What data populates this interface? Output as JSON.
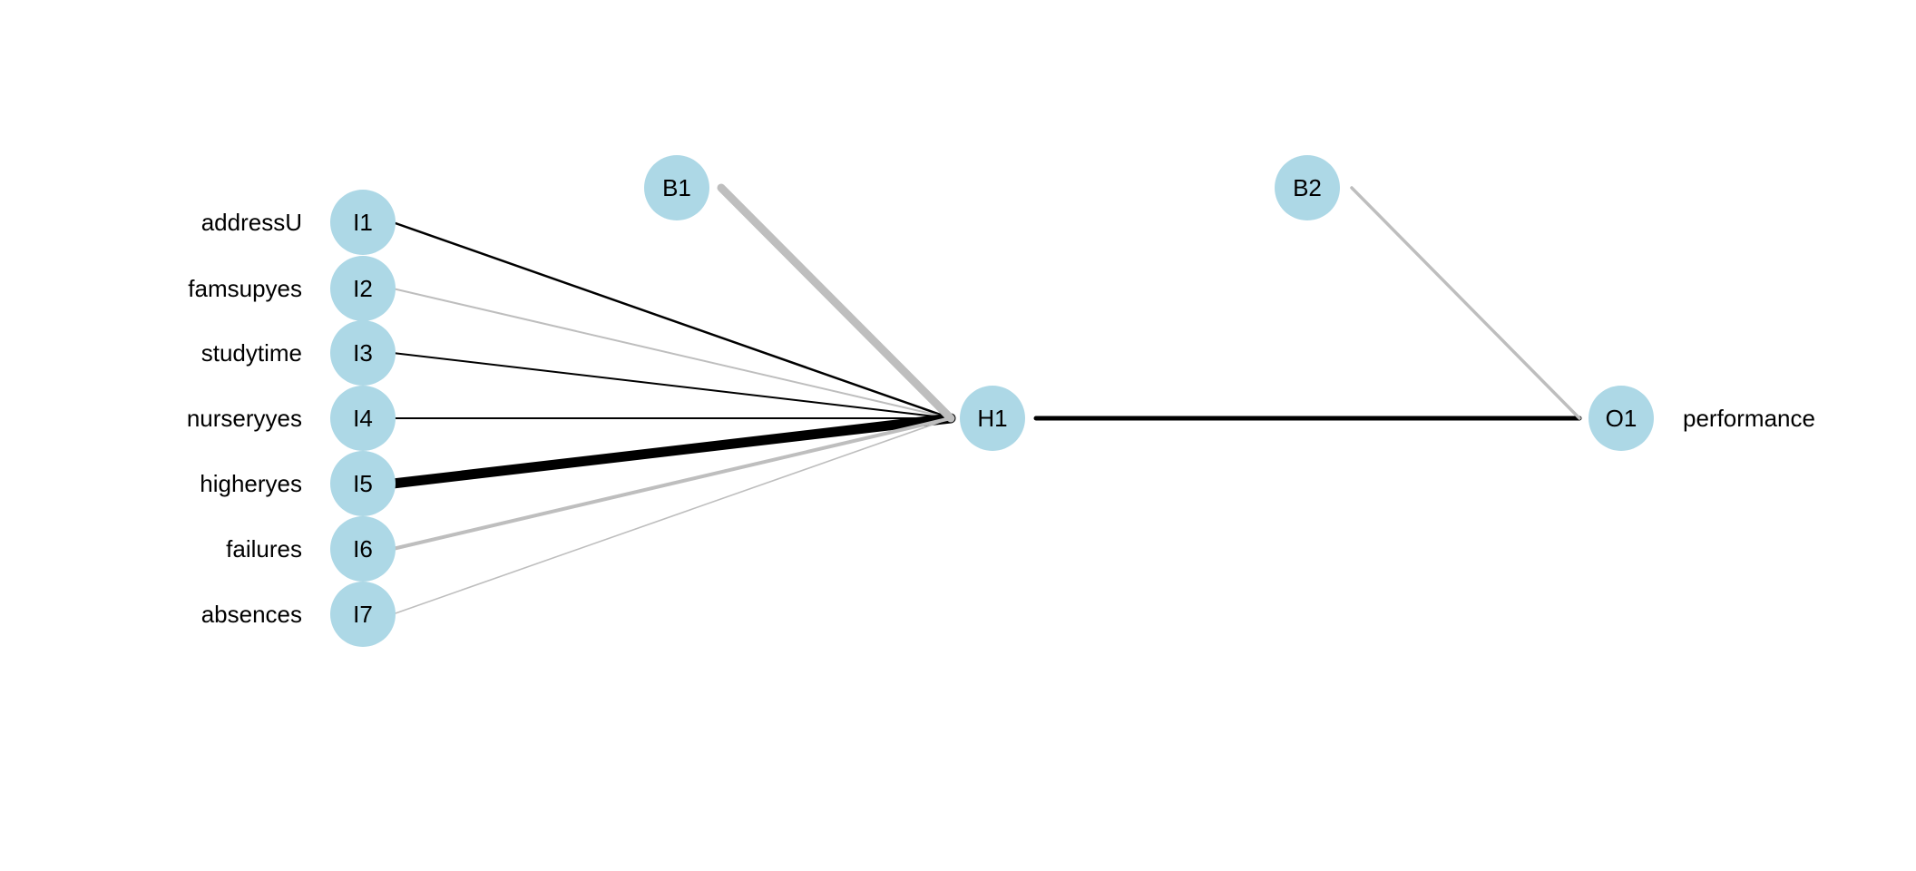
{
  "colors": {
    "node_fill": "#add8e6",
    "positive_edge": "#000000",
    "negative_edge": "#bebebe"
  },
  "inputs": [
    {
      "id": "I1",
      "label": "addressU"
    },
    {
      "id": "I2",
      "label": "famsupyes"
    },
    {
      "id": "I3",
      "label": "studytime"
    },
    {
      "id": "I4",
      "label": "nurseryyes"
    },
    {
      "id": "I5",
      "label": "higheryes"
    },
    {
      "id": "I6",
      "label": "failures"
    },
    {
      "id": "I7",
      "label": "absences"
    }
  ],
  "hidden": [
    {
      "id": "H1"
    }
  ],
  "bias": [
    {
      "id": "B1"
    },
    {
      "id": "B2"
    }
  ],
  "outputs": [
    {
      "id": "O1",
      "label": "performance"
    }
  ],
  "edges": [
    {
      "from": "I1",
      "to": "H1",
      "sign": "positive",
      "weight": 2.5
    },
    {
      "from": "I2",
      "to": "H1",
      "sign": "negative",
      "weight": 2
    },
    {
      "from": "I3",
      "to": "H1",
      "sign": "positive",
      "weight": 2
    },
    {
      "from": "I4",
      "to": "H1",
      "sign": "positive",
      "weight": 2
    },
    {
      "from": "I5",
      "to": "H1",
      "sign": "positive",
      "weight": 11
    },
    {
      "from": "I6",
      "to": "H1",
      "sign": "negative",
      "weight": 4
    },
    {
      "from": "I7",
      "to": "H1",
      "sign": "negative",
      "weight": 1.6
    },
    {
      "from": "B1",
      "to": "H1",
      "sign": "negative",
      "weight": 9
    },
    {
      "from": "H1",
      "to": "O1",
      "sign": "positive",
      "weight": 5
    },
    {
      "from": "B2",
      "to": "O1",
      "sign": "negative",
      "weight": 3.5
    }
  ]
}
